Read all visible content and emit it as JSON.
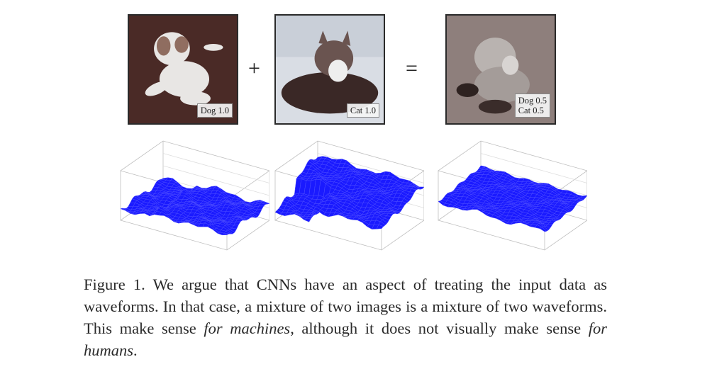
{
  "figure": {
    "images": {
      "dog": {
        "label": "Dog 1.0"
      },
      "cat": {
        "label": "Cat 1.0"
      },
      "mix": {
        "label_line1": "Dog 0.5",
        "label_line2": "Cat 0.5"
      }
    },
    "operators": {
      "plus": "+",
      "equals": "="
    },
    "surface_color": "#1a1aff",
    "caption": {
      "part1": "Figure 1. We argue that CNNs have an aspect of treating the input data as waveforms. In that case, a mixture of two images is a mixture of two waveforms. This make sense ",
      "italic1": "for machines",
      "part2": ", although it does not visually make sense ",
      "italic2": "for humans",
      "part3": "."
    }
  }
}
